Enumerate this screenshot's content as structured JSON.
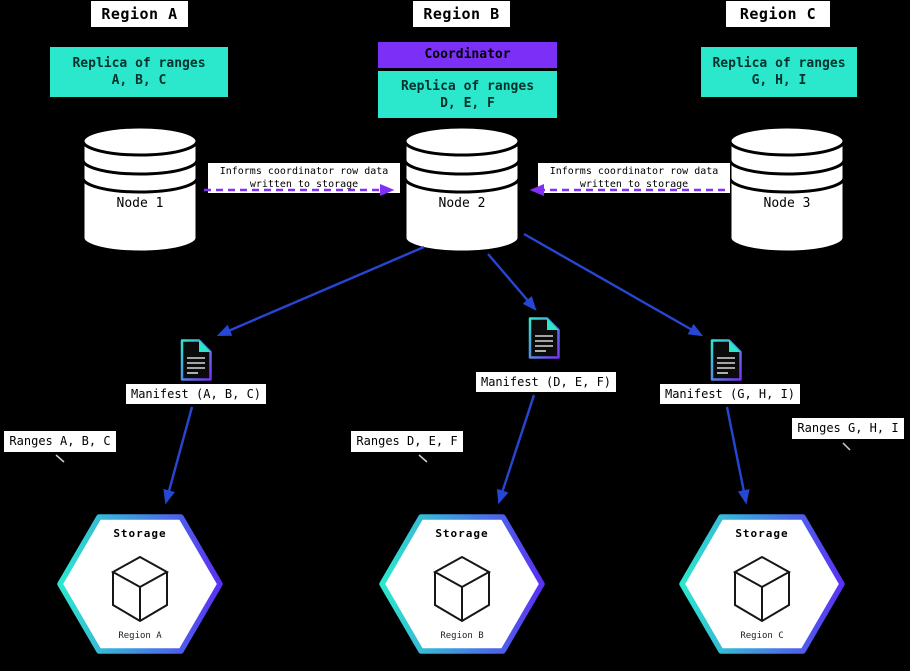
{
  "diagram": {
    "columns": [
      {
        "region_title": "Region A",
        "replica": {
          "line1": "Replica of ranges",
          "line2": "A, B, C"
        },
        "node_label": "Node 1",
        "manifest_label": "Manifest (A, B, C)",
        "ranges_label": "Ranges A, B, C",
        "storage": {
          "title": "Storage",
          "region": "Region A"
        }
      },
      {
        "region_title": "Region B",
        "coordinator_label": "Coordinator",
        "replica": {
          "line1": "Replica of ranges",
          "line2": "D, E, F"
        },
        "node_label": "Node 2",
        "manifest_label": "Manifest (D, E, F)",
        "ranges_label": "Ranges D, E, F",
        "storage": {
          "title": "Storage",
          "region": "Region B"
        }
      },
      {
        "region_title": "Region C",
        "replica": {
          "line1": "Replica of ranges",
          "line2": "G, H, I"
        },
        "node_label": "Node 3",
        "manifest_label": "Manifest (G, H, I)",
        "ranges_label": "Ranges G, H, I",
        "storage": {
          "title": "Storage",
          "region": "Region C"
        }
      }
    ],
    "informs": {
      "line1": "Informs coordinator row data",
      "line2": "written to storage"
    },
    "colors": {
      "background": "#000000",
      "replica_fill": "#2BE8CD",
      "replica_text": "#02322C",
      "coordinator_fill": "#7B2FF7",
      "arrow_blue": "#2646D4",
      "arrow_dashed_purple": "#8030F2",
      "gradient_cyan": "#2BE8CD",
      "gradient_purple": "#5A31F4",
      "label_background": "#FFFFFF",
      "label_text": "#000000"
    }
  }
}
